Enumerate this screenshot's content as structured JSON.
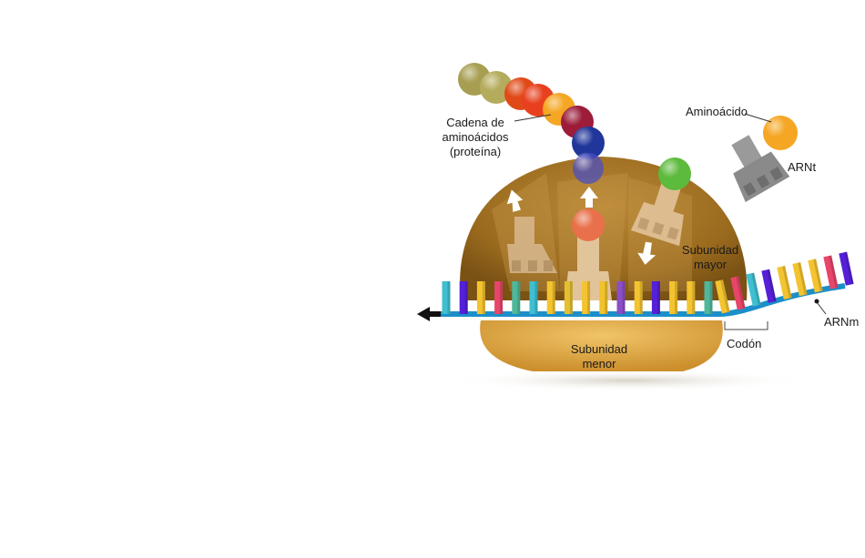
{
  "labels": {
    "chain_line1": "Cadena de",
    "chain_line2": "aminoácidos",
    "chain_line3": "(proteína)",
    "amino_acid": "Aminoácido",
    "trna": "ARNt",
    "large_line1": "Subunidad",
    "large_line2": "mayor",
    "small_line1": "Subunidad",
    "small_line2": "menor",
    "codon": "Codón",
    "mrna": "ARNm"
  },
  "colors": {
    "large_subunit": "#9c6c1c",
    "small_subunit": "#d9a23e",
    "mrna_strand": "#1b8fc9",
    "trna_body": "#d8b88e",
    "free_trna": "#8a8a8a"
  },
  "chain_beads": [
    "#a79e52",
    "#b4ab5c",
    "#e04a18",
    "#e8401e",
    "#f5a623",
    "#9c1c3a",
    "#20369a",
    "#4b4fc0"
  ],
  "nucleotide_colors": [
    "#3fbfcf",
    "#5520d8",
    "#f4c430",
    "#e8456a",
    "#50b89a",
    "#3fbfcf",
    "#f4c430",
    "#e4c030",
    "#f4c430",
    "#f2c22c",
    "#8c4ec8",
    "#f4c430",
    "#5520d8",
    "#f4c430",
    "#f4c430",
    "#50b89a",
    "#f4c430",
    "#e8456a",
    "#3fbfcf",
    "#5520d8",
    "#f4c430",
    "#f4c430",
    "#f4c430",
    "#e8456a",
    "#5520d8"
  ],
  "icons": {
    "arrow_out": "arrow-up-icon",
    "arrow_in": "arrow-down-icon",
    "direction": "arrow-left-icon"
  }
}
